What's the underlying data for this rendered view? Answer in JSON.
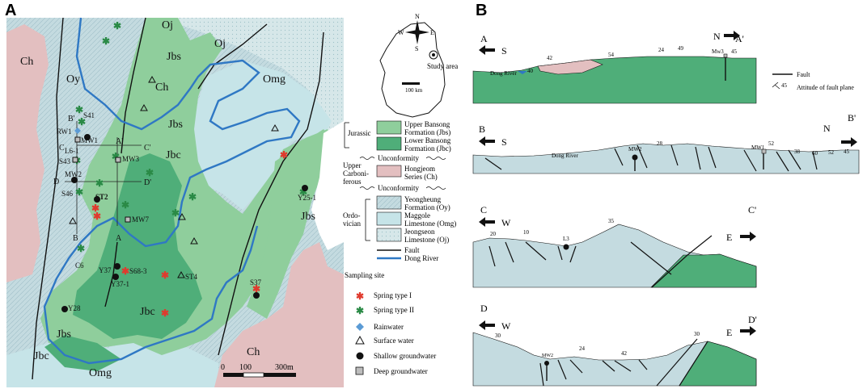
{
  "panels": {
    "a": "A",
    "b": "B"
  },
  "colors": {
    "upper_bansong": "#8fce9c",
    "lower_bansong": "#4fae79",
    "hongjeom": "#e3bfc0",
    "yeongheung": "#c4dbe0",
    "maggole": "#c9e6ea",
    "jeongseon": "#d3e4e6",
    "river": "#2f78c4",
    "spring_type1": "#e03a2e",
    "spring_type2": "#2a8a46",
    "rainwater": "#5b9bd5"
  },
  "map_units": {
    "ch": "Ch",
    "oy": "Oy",
    "oj": "Oj",
    "jbs": "Jbs",
    "jbc": "Jbc",
    "omg": "Omg"
  },
  "site_labels": {
    "s41": "S41",
    "rw1": "RW1",
    "mw1": "MW1",
    "l6_1": "L6-1",
    "s43": "S43",
    "mw3": "MW3",
    "mw2": "MW2",
    "s46": "S46",
    "st2": "ST2",
    "mw7": "MW7",
    "c6": "C6",
    "y37": "Y37",
    "s68_3": "S68-3",
    "y37_1": "Y37-1",
    "st4": "ST4",
    "y28": "Y28",
    "s37": "S37",
    "y25_1": "Y25-1"
  },
  "section_labels": {
    "a": "A",
    "a_prime": "A'",
    "b": "B",
    "b_prime": "B'",
    "c": "C",
    "c_prime": "C'",
    "d": "D",
    "d_prime": "D'"
  },
  "scale_bar": {
    "tick0": "0",
    "tick1": "100",
    "tick2": "300m"
  },
  "inset": {
    "study_area": "Study area",
    "scale": "100 km",
    "north": "N",
    "south": "S",
    "east": "E",
    "west": "W"
  },
  "legend": {
    "jurassic": "Jurassic",
    "upper_bansong_1": "Upper Bansong",
    "upper_bansong_2": "Formation (Jbs)",
    "lower_bansong_1": "Lower Bansong",
    "lower_bansong_2": "Formation (Jbc)",
    "unconformity_1": "Unconformity",
    "upper_carb_1": "Upper",
    "upper_carb_2": "Carboni-",
    "upper_carb_3": "ferous",
    "hongjeom_1": "Hongjeom",
    "hongjeom_2": "Series (Ch)",
    "unconformity_2": "Unconformity",
    "ordovician_1": "Ordo-",
    "ordovician_2": "vician",
    "yeongheung_1": "Yeongheung",
    "yeongheung_2": "Formation (Oy)",
    "maggole_1": "Maggole",
    "maggole_2": "Limestone (Omg)",
    "jeongseon_1": "Jeongseon",
    "jeongseon_2": "Limestone (Oj)",
    "fault": "Fault",
    "dong_river": "Dong River",
    "sampling_site": "Sampling site",
    "spring1": "Spring type I",
    "spring2": "Spring type II",
    "rainwater": "Rainwater",
    "surface": "Surface water",
    "shallow": "Shallow groundwater",
    "deep": "Deep groundwater"
  },
  "sections": {
    "aa": {
      "left_end": "A",
      "left_dir": "S",
      "right_end": "A'",
      "right_dir": "N",
      "river": "Dong River",
      "well": "Mw3",
      "dips": [
        "40",
        "42",
        "54",
        "24",
        "49",
        "45"
      ]
    },
    "bb": {
      "left_end": "B",
      "left_dir": "S",
      "right_end": "B'",
      "right_dir": "N",
      "river": "Dong River",
      "well1": "MW2",
      "well2": "MW1",
      "dips": [
        "28",
        "52",
        "38",
        "60",
        "52",
        "45"
      ]
    },
    "cc": {
      "left_end": "C",
      "left_dir": "W",
      "right_end": "C'",
      "right_dir": "E",
      "well": "L3",
      "dips": [
        "20",
        "10",
        "35"
      ]
    },
    "dd": {
      "left_end": "D",
      "left_dir": "W",
      "right_end": "D'",
      "right_dir": "E",
      "well": "MW2",
      "dips": [
        "30",
        "24",
        "42",
        "30"
      ]
    }
  },
  "section_legend": {
    "fault": "Fault",
    "attitude_num": "45",
    "attitude_label": "Attitude of fault plane"
  }
}
